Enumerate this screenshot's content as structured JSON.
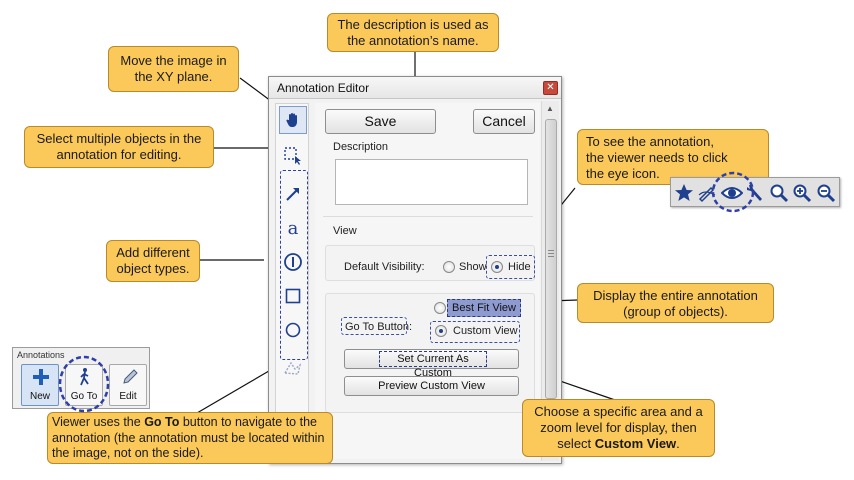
{
  "callouts": {
    "description": "The description is used as the annotation’s name.",
    "move": "Move the image in the XY plane.",
    "select": "Select multiple objects in the annotation for editing.",
    "object_types": "Add different object types.",
    "eye_pre": "To see the annotation,",
    "eye_line2": "the viewer needs to click",
    "eye_line3": "the eye icon.",
    "display_entire": "Display the entire annotation (group of objects).",
    "goto_1": "Viewer uses the ",
    "goto_bold": "Go To",
    "goto_2": " button to navigate to the annotation (the annotation must be located within the image, not on the side).",
    "custom_1": "Choose a specific area and a zoom level for display, then select ",
    "custom_bold": "Custom View",
    "custom_2": "."
  },
  "dialog": {
    "title": "Annotation Editor",
    "close": "✕",
    "save": "Save",
    "cancel": "Cancel",
    "description_label": "Description",
    "description_value": "",
    "view_label": "View",
    "default_visibility_label": "Default Visibility:",
    "show": "Show",
    "hide": "Hide",
    "visibility_selected": "Hide",
    "goto_button_label": "Go To Button:",
    "best_fit_view": "Best Fit View",
    "custom_view": "Custom View",
    "goto_selected": "Custom View",
    "set_current_as_custom": "Set Current As Custom",
    "preview_custom_view": "Preview Custom View"
  },
  "tools": [
    "pan-tool",
    "select-tool",
    "arrow-tool",
    "text-tool",
    "info-tool",
    "rectangle-tool",
    "circle-tool",
    "polygon-tool"
  ],
  "viewer_toolbar": [
    "star-icon",
    "draw-icon",
    "eye-icon",
    "wrench-icon",
    "search-icon",
    "zoom-in-icon",
    "zoom-out-icon"
  ],
  "annotations_panel": {
    "title": "Annotations",
    "new": "New",
    "go_to": "Go To",
    "edit": "Edit"
  },
  "colors": {
    "callout": "#fbc85a",
    "highlight": "#2f3fa8",
    "icon_blue": "#1f3f8f"
  }
}
